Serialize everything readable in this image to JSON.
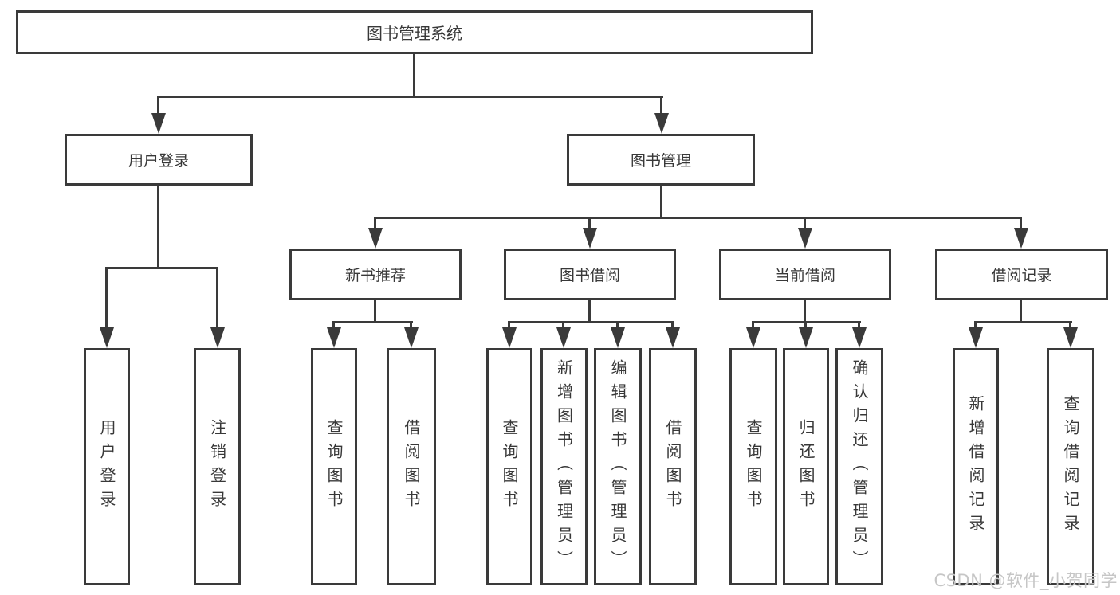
{
  "diagram": {
    "title": "图书管理系统",
    "root": {
      "label": "图书管理系统"
    },
    "level2": {
      "user_login": {
        "label": "用户登录"
      },
      "book_mgmt": {
        "label": "图书管理"
      }
    },
    "level3": {
      "new_book_rec": {
        "label": "新书推荐"
      },
      "book_borrow": {
        "label": "图书借阅"
      },
      "current_borrow": {
        "label": "当前借阅"
      },
      "borrow_record": {
        "label": "借阅记录"
      }
    },
    "leaves": {
      "user_login": "用户登录",
      "logout": "注销登录",
      "query_book_a": "查询图书",
      "borrow_book_a": "借阅图书",
      "query_book_b": "查询图书",
      "add_book": "新增图书（管理员）",
      "edit_book": "编辑图书（管理员）",
      "borrow_book_b": "借阅图书",
      "query_book_c": "查询图书",
      "return_book": "归还图书",
      "confirm_return": "确认归还（管理员）",
      "add_record": "新增借阅记录",
      "query_record": "查询借阅记录"
    }
  },
  "watermark": "CSDN @软件_小贺同学",
  "colors": {
    "line": "#3a3a3a",
    "text": "#383838",
    "watermark": "#c6c6c6",
    "background": "#ffffff"
  }
}
